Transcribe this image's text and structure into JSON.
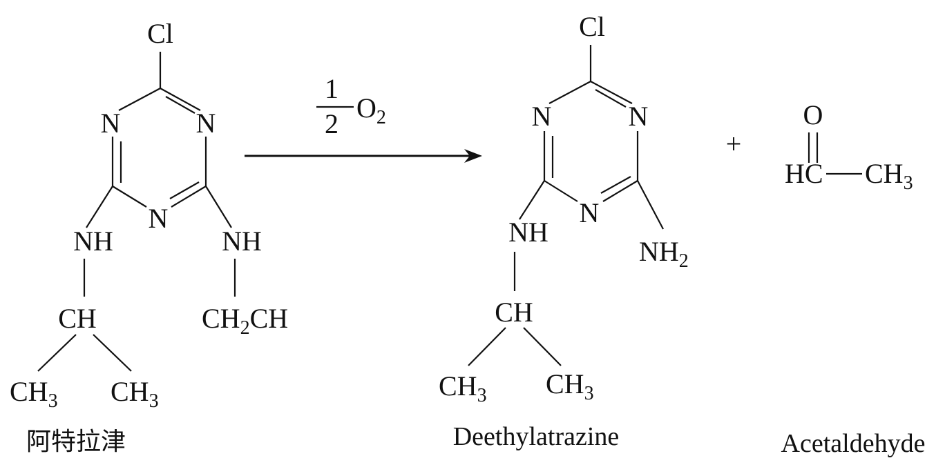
{
  "reaction": {
    "reagent": {
      "numerator": "1",
      "denominator": "2",
      "species": "O",
      "species_sub": "2"
    },
    "plus": "+"
  },
  "reactant": {
    "name": "阿特拉津",
    "cl": "Cl",
    "n_left": "N",
    "n_right": "N",
    "n_bottom": "N",
    "nh_left": "NH",
    "nh_right": "NH",
    "ch": "CH",
    "ch3_left": "CH",
    "ch3_left_sub": "3",
    "ch3_right": "CH",
    "ch3_right_sub": "3",
    "ethyl_pre": "CH",
    "ethyl_sub": "2",
    "ethyl_post": "CH"
  },
  "product1": {
    "name": "Deethylatrazine",
    "cl": "Cl",
    "n_left": "N",
    "n_right": "N",
    "n_bottom": "N",
    "nh": "NH",
    "nh2": "NH",
    "nh2_sub": "2",
    "ch": "CH",
    "ch3_left": "CH",
    "ch3_left_sub": "3",
    "ch3_right": "CH",
    "ch3_right_sub": "3"
  },
  "product2": {
    "name": "Acetaldehyde",
    "o": "O",
    "hc": "HC",
    "ch3": "CH",
    "ch3_sub": "3"
  }
}
